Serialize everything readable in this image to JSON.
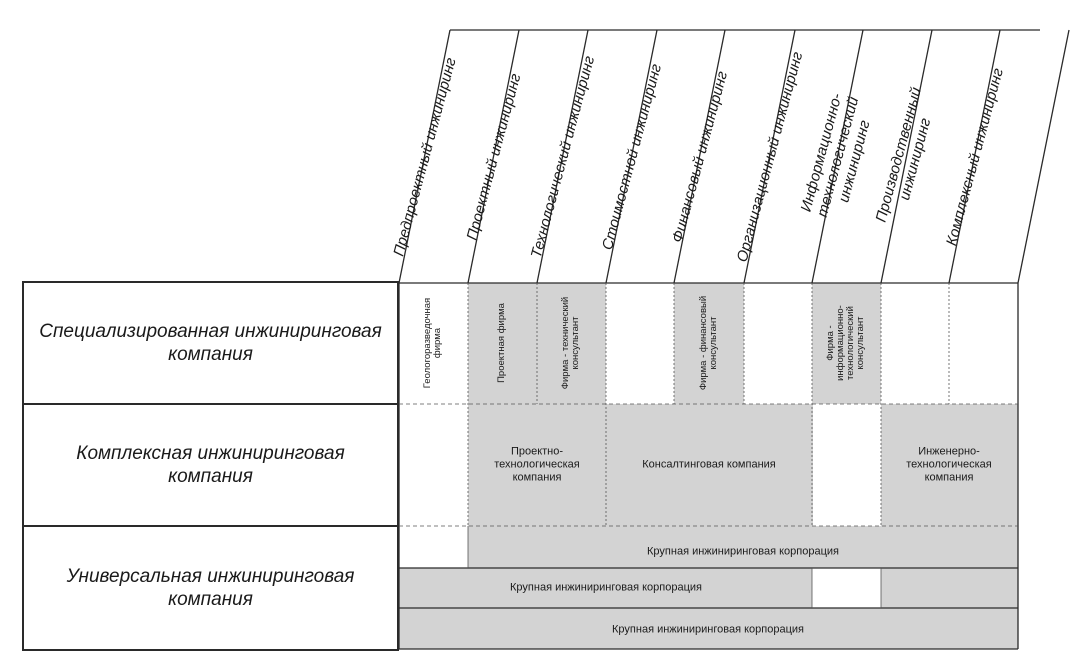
{
  "row_headers": [
    "Специализированная инжиниринговая компания",
    "Комплексная инжиниринговая компания",
    "Универсальная инжиниринговая компания"
  ],
  "column_headers": [
    "Предпроектный инжиниринг",
    "Проектный инжиниринг",
    "Технологический инжиниринг",
    "Стоимостной инжиниринг",
    "Финансовый инжиниринг",
    "Организационный инжиниринг",
    "Информационно-технологический инжиниринг",
    "Производственный инжиниринг",
    "Комплексный инжиниринг"
  ],
  "specialized_cells": [
    "Геологоразведочная фирма",
    "Проектная фирма",
    "Фирма - технический консультант",
    "Фирма - финансовый консультант",
    "Фирма - информационно-технологический консультант"
  ],
  "complex_cells": [
    "Проектно-технологическая компания",
    "Консалтинговая компания",
    "Инженерно-технологическая компания"
  ],
  "universal_cells": [
    "Крупная инжиниринговая корпорация",
    "Крупная инжиниринговая корпорация",
    "Крупная инжиниринговая корпорация"
  ],
  "colors": {
    "shaded": "#d3d3d3",
    "lines": "#2a2a2a"
  }
}
